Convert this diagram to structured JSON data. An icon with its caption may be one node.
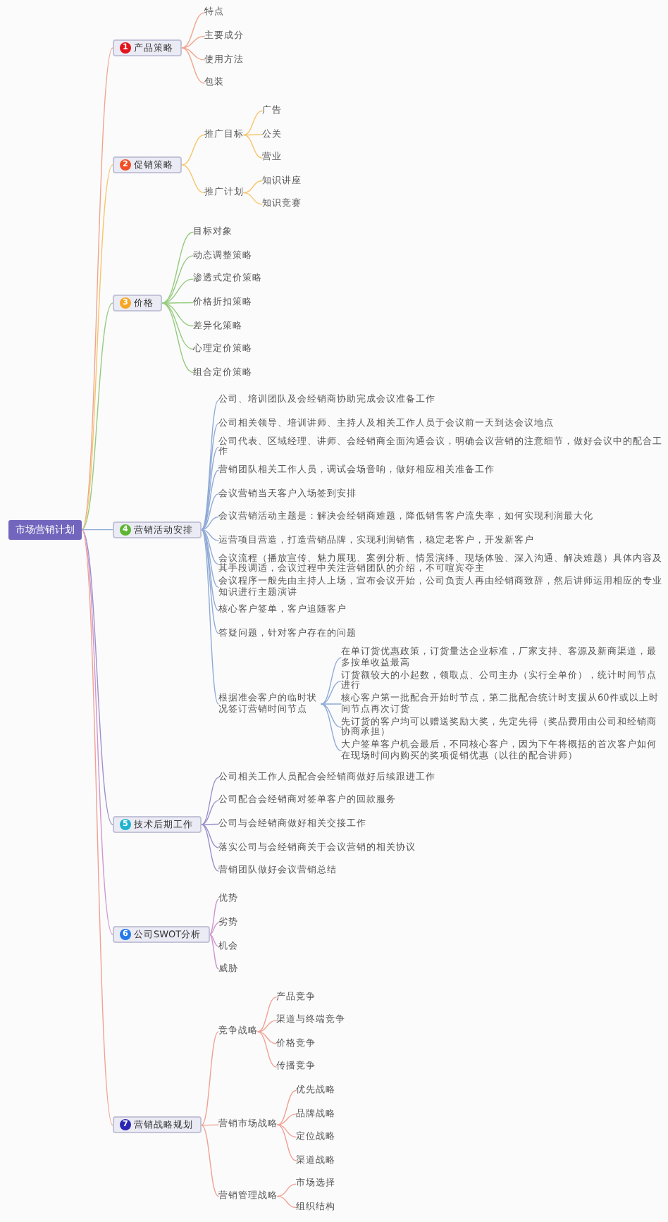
{
  "diagram": {
    "nodes": [
      {
        "text": [
          "市场营销计划"
        ]
      },
      {
        "text": [
          "1",
          "产品策略"
        ]
      },
      {
        "text": [
          "特点"
        ]
      },
      {
        "text": [
          "主要成分"
        ]
      },
      {
        "text": [
          "使用方法"
        ]
      },
      {
        "text": [
          "包装"
        ]
      },
      {
        "text": [
          "2",
          "促销策略"
        ]
      },
      {
        "text": [
          "推广目标"
        ]
      },
      {
        "text": [
          "广告"
        ]
      },
      {
        "text": [
          "公关"
        ]
      },
      {
        "text": [
          "营业"
        ]
      },
      {
        "text": [
          "推广计划"
        ]
      },
      {
        "text": [
          "知识讲座"
        ]
      },
      {
        "text": [
          "知识竞赛"
        ]
      },
      {
        "text": [
          "3",
          "价格"
        ]
      },
      {
        "text": [
          "目标对象"
        ]
      },
      {
        "text": [
          "动态调整策略"
        ]
      },
      {
        "text": [
          "渗透式定价策略"
        ]
      },
      {
        "text": [
          "价格折扣策略"
        ]
      },
      {
        "text": [
          "差异化策略"
        ]
      },
      {
        "text": [
          "心理定价策略"
        ]
      },
      {
        "text": [
          "组合定价策略"
        ]
      },
      {
        "text": [
          "4",
          "营销活动安排"
        ]
      },
      {
        "text": [
          "公司、培训团队及会经销商协助完成会议准备工作"
        ]
      },
      {
        "text": [
          "公司相关领导、培训讲师、主持人及相关工作人员于会议前一天到达会议地点"
        ]
      },
      {
        "text": [
          "公司代表、区域经理、讲师、会经销商全面沟通会议，明确会议营销的注意细节，做好会议中的配合工作"
        ]
      },
      {
        "text": [
          "营销团队相关工作人员，调试会场音响，做好相应相关准备工作"
        ]
      },
      {
        "text": [
          "会议营销当天客户入场签到安排"
        ]
      },
      {
        "text": [
          "会议营销活动主题是：解决会经销商难题，降低销售客户流失率，如何实现利润最大化"
        ]
      },
      {
        "text": [
          "运营项目营造，打造营销品牌，实现利润销售，稳定老客户，开发新客户"
        ]
      },
      {
        "text": [
          "会议流程（播放宣传、魅力展现、案例分析、情景演绎、现场体验、深入沟通、解决难题）具体内容及其手段调适，会议过程中关注营销团队的介绍，不可喧宾夺主"
        ]
      },
      {
        "text": [
          "会议程序一般先由主持人上场，宣布会议开始，公司负责人再由经销商致辞，然后讲师运用相应的专业知识进行主题演讲"
        ]
      },
      {
        "text": [
          "核心客户签单，客户追随客户"
        ]
      },
      {
        "text": [
          "答疑问题，针对客户存在的问题"
        ]
      },
      {
        "text": [
          "根据准会客户的临时状况签订营销时间节点"
        ]
      },
      {
        "text": [
          "在单订货优惠政策，订货量达企业标准，厂家支持、客源及新商渠道，最多按单收益最高"
        ]
      },
      {
        "text": [
          "订货额较大的小起数，领取点、公司主办（实行全单价），统计时间节点进行"
        ]
      },
      {
        "text": [
          "核心客户第一批配合开始时节点，第二批配合统计时支援从60件或以上时间节点再次订货"
        ]
      },
      {
        "text": [
          "先订货的客户均可以赠送奖励大奖，先定先得（奖品费用由公司和经销商协商承担）"
        ]
      },
      {
        "text": [
          "大户签单客户机会最后，不同核心客户，因为下午将概括的首次客户如何在现场时间内购买的奖项促销优惠（以往的配合讲师）"
        ]
      },
      {
        "text": [
          "5",
          "技术后期工作"
        ]
      },
      {
        "text": [
          "公司相关工作人员配合会经销商做好后续跟进工作"
        ]
      },
      {
        "text": [
          "公司配合会经销商对签单客户的回款服务"
        ]
      },
      {
        "text": [
          "公司与会经销商做好相关交接工作"
        ]
      },
      {
        "text": [
          "落实公司与会经销商关于会议营销的相关协议"
        ]
      },
      {
        "text": [
          "营销团队做好会议营销总结"
        ]
      },
      {
        "text": [
          "6",
          "公司SWOT分析"
        ]
      },
      {
        "text": [
          "优势"
        ]
      },
      {
        "text": [
          "劣势"
        ]
      },
      {
        "text": [
          "机会"
        ]
      },
      {
        "text": [
          "威胁"
        ]
      },
      {
        "text": [
          "7",
          "营销战略规划"
        ]
      },
      {
        "text": [
          "竞争战略"
        ]
      },
      {
        "text": [
          "产品竞争"
        ]
      },
      {
        "text": [
          "渠道与终端竞争"
        ]
      },
      {
        "text": [
          "价格竞争"
        ]
      },
      {
        "text": [
          "传播竞争"
        ]
      },
      {
        "text": [
          "营销市场战略"
        ]
      },
      {
        "text": [
          "优先战略"
        ]
      },
      {
        "text": [
          "品牌战略"
        ]
      },
      {
        "text": [
          "定位战略"
        ]
      },
      {
        "text": [
          "渠道战略"
        ]
      },
      {
        "text": [
          "营销管理战略"
        ]
      },
      {
        "text": [
          "市场选择"
        ]
      },
      {
        "text": [
          "组织结构"
        ]
      }
    ],
    "edges": [
      {
        "from": 0,
        "to": 1,
        "arrow": "none",
        "color": "#f0a58e"
      },
      {
        "from": 1,
        "to": 2,
        "arrow": "none",
        "color": "#f0a58e"
      },
      {
        "from": 1,
        "to": 3,
        "arrow": "none",
        "color": "#f0a58e"
      },
      {
        "from": 1,
        "to": 4,
        "arrow": "none",
        "color": "#f0a58e"
      },
      {
        "from": 1,
        "to": 5,
        "arrow": "none",
        "color": "#f0a58e"
      },
      {
        "from": 0,
        "to": 6,
        "arrow": "none",
        "color": "#f7c56b"
      },
      {
        "from": 6,
        "to": 7,
        "arrow": "none",
        "color": "#f7c56b"
      },
      {
        "from": 7,
        "to": 8,
        "arrow": "none",
        "color": "#f7c56b"
      },
      {
        "from": 7,
        "to": 9,
        "arrow": "none",
        "color": "#f7c56b"
      },
      {
        "from": 7,
        "to": 10,
        "arrow": "none",
        "color": "#f7c56b"
      },
      {
        "from": 6,
        "to": 11,
        "arrow": "none",
        "color": "#f7c56b"
      },
      {
        "from": 11,
        "to": 12,
        "arrow": "none",
        "color": "#f7c56b"
      },
      {
        "from": 11,
        "to": 13,
        "arrow": "none",
        "color": "#f7c56b"
      },
      {
        "from": 0,
        "to": 14,
        "arrow": "none",
        "color": "#95cb7f"
      },
      {
        "from": 14,
        "to": 15,
        "arrow": "none",
        "color": "#95cb7f"
      },
      {
        "from": 14,
        "to": 16,
        "arrow": "none",
        "color": "#95cb7f"
      },
      {
        "from": 14,
        "to": 17,
        "arrow": "none",
        "color": "#95cb7f"
      },
      {
        "from": 14,
        "to": 18,
        "arrow": "none",
        "color": "#95cb7f"
      },
      {
        "from": 14,
        "to": 19,
        "arrow": "none",
        "color": "#95cb7f"
      },
      {
        "from": 14,
        "to": 20,
        "arrow": "none",
        "color": "#95cb7f"
      },
      {
        "from": 14,
        "to": 21,
        "arrow": "none",
        "color": "#95cb7f"
      },
      {
        "from": 0,
        "to": 22,
        "arrow": "none",
        "color": "#8faad6"
      },
      {
        "from": 22,
        "to": 23,
        "arrow": "none",
        "color": "#8faad6"
      },
      {
        "from": 22,
        "to": 24,
        "arrow": "none",
        "color": "#8faad6"
      },
      {
        "from": 22,
        "to": 25,
        "arrow": "none",
        "color": "#8faad6"
      },
      {
        "from": 22,
        "to": 26,
        "arrow": "none",
        "color": "#8faad6"
      },
      {
        "from": 22,
        "to": 27,
        "arrow": "none",
        "color": "#8faad6"
      },
      {
        "from": 22,
        "to": 28,
        "arrow": "none",
        "color": "#8faad6"
      },
      {
        "from": 22,
        "to": 29,
        "arrow": "none",
        "color": "#8faad6"
      },
      {
        "from": 22,
        "to": 30,
        "arrow": "none",
        "color": "#8faad6"
      },
      {
        "from": 22,
        "to": 31,
        "arrow": "none",
        "color": "#8faad6"
      },
      {
        "from": 22,
        "to": 32,
        "arrow": "none",
        "color": "#8faad6"
      },
      {
        "from": 22,
        "to": 33,
        "arrow": "none",
        "color": "#8faad6"
      },
      {
        "from": 22,
        "to": 34,
        "arrow": "none",
        "color": "#8faad6"
      },
      {
        "from": 34,
        "to": 35,
        "arrow": "none",
        "color": "#8faad6"
      },
      {
        "from": 34,
        "to": 36,
        "arrow": "none",
        "color": "#8faad6"
      },
      {
        "from": 34,
        "to": 37,
        "arrow": "none",
        "color": "#8faad6"
      },
      {
        "from": 34,
        "to": 38,
        "arrow": "none",
        "color": "#8faad6"
      },
      {
        "from": 34,
        "to": 39,
        "arrow": "none",
        "color": "#8faad6"
      },
      {
        "from": 0,
        "to": 40,
        "arrow": "none",
        "color": "#9d90cc"
      },
      {
        "from": 40,
        "to": 41,
        "arrow": "none",
        "color": "#9d90cc"
      },
      {
        "from": 40,
        "to": 42,
        "arrow": "none",
        "color": "#9d90cc"
      },
      {
        "from": 40,
        "to": 43,
        "arrow": "none",
        "color": "#9d90cc"
      },
      {
        "from": 40,
        "to": 44,
        "arrow": "none",
        "color": "#9d90cc"
      },
      {
        "from": 40,
        "to": 45,
        "arrow": "none",
        "color": "#9d90cc"
      },
      {
        "from": 0,
        "to": 46,
        "arrow": "none",
        "color": "#cf97cf"
      },
      {
        "from": 46,
        "to": 47,
        "arrow": "none",
        "color": "#cf97cf"
      },
      {
        "from": 46,
        "to": 48,
        "arrow": "none",
        "color": "#cf97cf"
      },
      {
        "from": 46,
        "to": 49,
        "arrow": "none",
        "color": "#cf97cf"
      },
      {
        "from": 46,
        "to": 50,
        "arrow": "none",
        "color": "#cf97cf"
      },
      {
        "from": 0,
        "to": 51,
        "arrow": "none",
        "color": "#f1a193"
      },
      {
        "from": 51,
        "to": 52,
        "arrow": "none",
        "color": "#f1a193"
      },
      {
        "from": 52,
        "to": 53,
        "arrow": "none",
        "color": "#f1a193"
      },
      {
        "from": 52,
        "to": 54,
        "arrow": "none",
        "color": "#f1a193"
      },
      {
        "from": 52,
        "to": 55,
        "arrow": "none",
        "color": "#f1a193"
      },
      {
        "from": 52,
        "to": 56,
        "arrow": "none",
        "color": "#f1a193"
      },
      {
        "from": 51,
        "to": 57,
        "arrow": "none",
        "color": "#f1a193"
      },
      {
        "from": 57,
        "to": 58,
        "arrow": "none",
        "color": "#f1a193"
      },
      {
        "from": 57,
        "to": 59,
        "arrow": "none",
        "color": "#f1a193"
      },
      {
        "from": 57,
        "to": 60,
        "arrow": "none",
        "color": "#f1a193"
      },
      {
        "from": 57,
        "to": 61,
        "arrow": "none",
        "color": "#f1a193"
      },
      {
        "from": 51,
        "to": 62,
        "arrow": "none",
        "color": "#f1a193"
      },
      {
        "from": 62,
        "to": 63,
        "arrow": "none",
        "color": "#f1a193"
      },
      {
        "from": 62,
        "to": 64,
        "arrow": "none",
        "color": "#f1a193"
      }
    ]
  }
}
